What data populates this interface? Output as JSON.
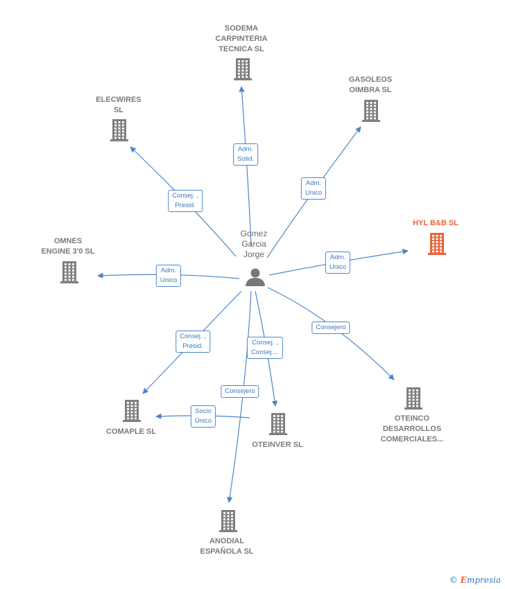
{
  "center": {
    "name": "Gomez\nGarcia\nJorge",
    "icon": "person-icon"
  },
  "companies": [
    {
      "id": "sodema",
      "label": "SODEMA\nCARPINTERIA\nTECNICA  SL",
      "icon": "building-icon",
      "highlight": false
    },
    {
      "id": "gasoleos",
      "label": "GASOLEOS\nOIMBRA SL",
      "icon": "building-icon",
      "highlight": false
    },
    {
      "id": "elecwires",
      "label": "ELECWIRES\nSL",
      "icon": "building-icon",
      "highlight": false
    },
    {
      "id": "hyl",
      "label": "HYL B&B  SL",
      "icon": "building-icon",
      "highlight": true
    },
    {
      "id": "omnes",
      "label": "OMNES\nENGINE 3'0  SL",
      "icon": "building-icon",
      "highlight": false
    },
    {
      "id": "comaple",
      "label": "COMAPLE SL",
      "icon": "building-icon",
      "highlight": false
    },
    {
      "id": "oteinver",
      "label": "OTEINVER  SL",
      "icon": "building-icon",
      "highlight": false
    },
    {
      "id": "oteinco",
      "label": "OTEINCO\nDESARROLLOS\nCOMERCIALES...",
      "icon": "building-icon",
      "highlight": false
    },
    {
      "id": "anodial",
      "label": "ANODIAL\nESPAÑOLA SL",
      "icon": "building-icon",
      "highlight": false
    }
  ],
  "relations": [
    {
      "from": "center",
      "to": "sodema",
      "label": "Adm.\nSolid."
    },
    {
      "from": "center",
      "to": "gasoleos",
      "label": "Adm.\nUnico"
    },
    {
      "from": "center",
      "to": "elecwires",
      "label": "Consej. ,\nPresid."
    },
    {
      "from": "center",
      "to": "hyl",
      "label": "Adm.\nUnico"
    },
    {
      "from": "center",
      "to": "omnes",
      "label": "Adm.\nUnico"
    },
    {
      "from": "center",
      "to": "comaple",
      "label": "Consej. ,\nPresid."
    },
    {
      "from": "center",
      "to": "oteinver",
      "label": "Consej. ,\nConsej...."
    },
    {
      "from": "center",
      "to": "oteinco",
      "label": "Consejero"
    },
    {
      "from": "center",
      "to": "anodial",
      "label": "Consejero"
    },
    {
      "from": "oteinver",
      "to": "comaple",
      "label": "Socio\nÚnico"
    }
  ],
  "colors": {
    "edge": "#4a86c8",
    "building": "#808080",
    "highlight": "#e8663a",
    "person": "#777777"
  },
  "branding": {
    "copyright_symbol": "©",
    "name_initial": "E",
    "name_rest": "mpresia"
  }
}
